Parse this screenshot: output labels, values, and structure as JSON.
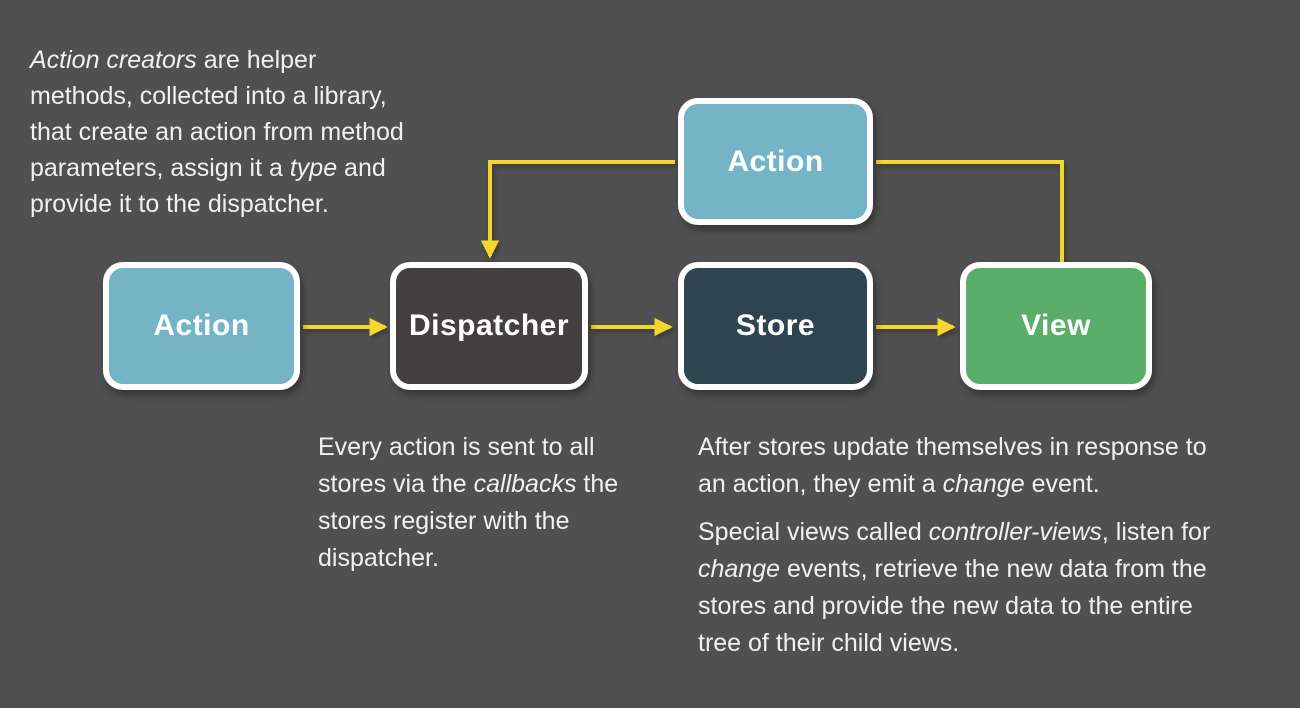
{
  "colors": {
    "background": "#515051",
    "arrow": "#F5D62C",
    "node_border": "#FFFFFF",
    "node_label_text": "#FFFFFF",
    "paragraph_text": "#F1F0F0"
  },
  "diagram": {
    "nodes": [
      {
        "id": "action-top",
        "label": "Action",
        "color": "#74B4C6"
      },
      {
        "id": "action-left",
        "label": "Action",
        "color": "#74B4C6"
      },
      {
        "id": "dispatcher",
        "label": "Dispatcher",
        "color": "#444041"
      },
      {
        "id": "store",
        "label": "Store",
        "color": "#2E4451"
      },
      {
        "id": "view",
        "label": "View",
        "color": "#5BAE6A"
      }
    ],
    "edges": [
      {
        "from": "view",
        "to": "action-top",
        "arrowhead": false
      },
      {
        "from": "action-top",
        "to": "dispatcher",
        "arrowhead": true
      },
      {
        "from": "action-left",
        "to": "dispatcher",
        "arrowhead": true
      },
      {
        "from": "dispatcher",
        "to": "store",
        "arrowhead": true
      },
      {
        "from": "store",
        "to": "view",
        "arrowhead": true
      }
    ],
    "notes": {
      "action_creators": [
        {
          "text": "Action creators",
          "italic": true
        },
        {
          "text": " are helper"
        },
        {
          "br": true
        },
        {
          "text": "methods, collected into a library,"
        },
        {
          "br": true
        },
        {
          "text": "that create an action from method"
        },
        {
          "br": true
        },
        {
          "text": "parameters, assign it a "
        },
        {
          "text": "type",
          "italic": true
        },
        {
          "text": " and"
        },
        {
          "br": true
        },
        {
          "text": "provide it to the dispatcher."
        }
      ],
      "dispatcher_note": [
        {
          "text": "Every action is sent to all"
        },
        {
          "br": true
        },
        {
          "text": "stores via the "
        },
        {
          "text": "callbacks",
          "italic": true
        },
        {
          "text": " the"
        },
        {
          "br": true
        },
        {
          "text": "stores register with the"
        },
        {
          "br": true
        },
        {
          "text": "dispatcher."
        }
      ],
      "store_note_1": [
        {
          "text": "After stores update themselves in response to"
        },
        {
          "br": true
        },
        {
          "text": "an action, they emit a "
        },
        {
          "text": "change",
          "italic": true
        },
        {
          "text": " event."
        }
      ],
      "store_note_2": [
        {
          "text": "Special views called "
        },
        {
          "text": "controller-views",
          "italic": true
        },
        {
          "text": ", listen for"
        },
        {
          "br": true
        },
        {
          "text": "change",
          "italic": true
        },
        {
          "text": " events, retrieve the new data from the"
        },
        {
          "br": true
        },
        {
          "text": "stores and provide the new data to the entire"
        },
        {
          "br": true
        },
        {
          "text": "tree of their child views."
        }
      ]
    }
  }
}
